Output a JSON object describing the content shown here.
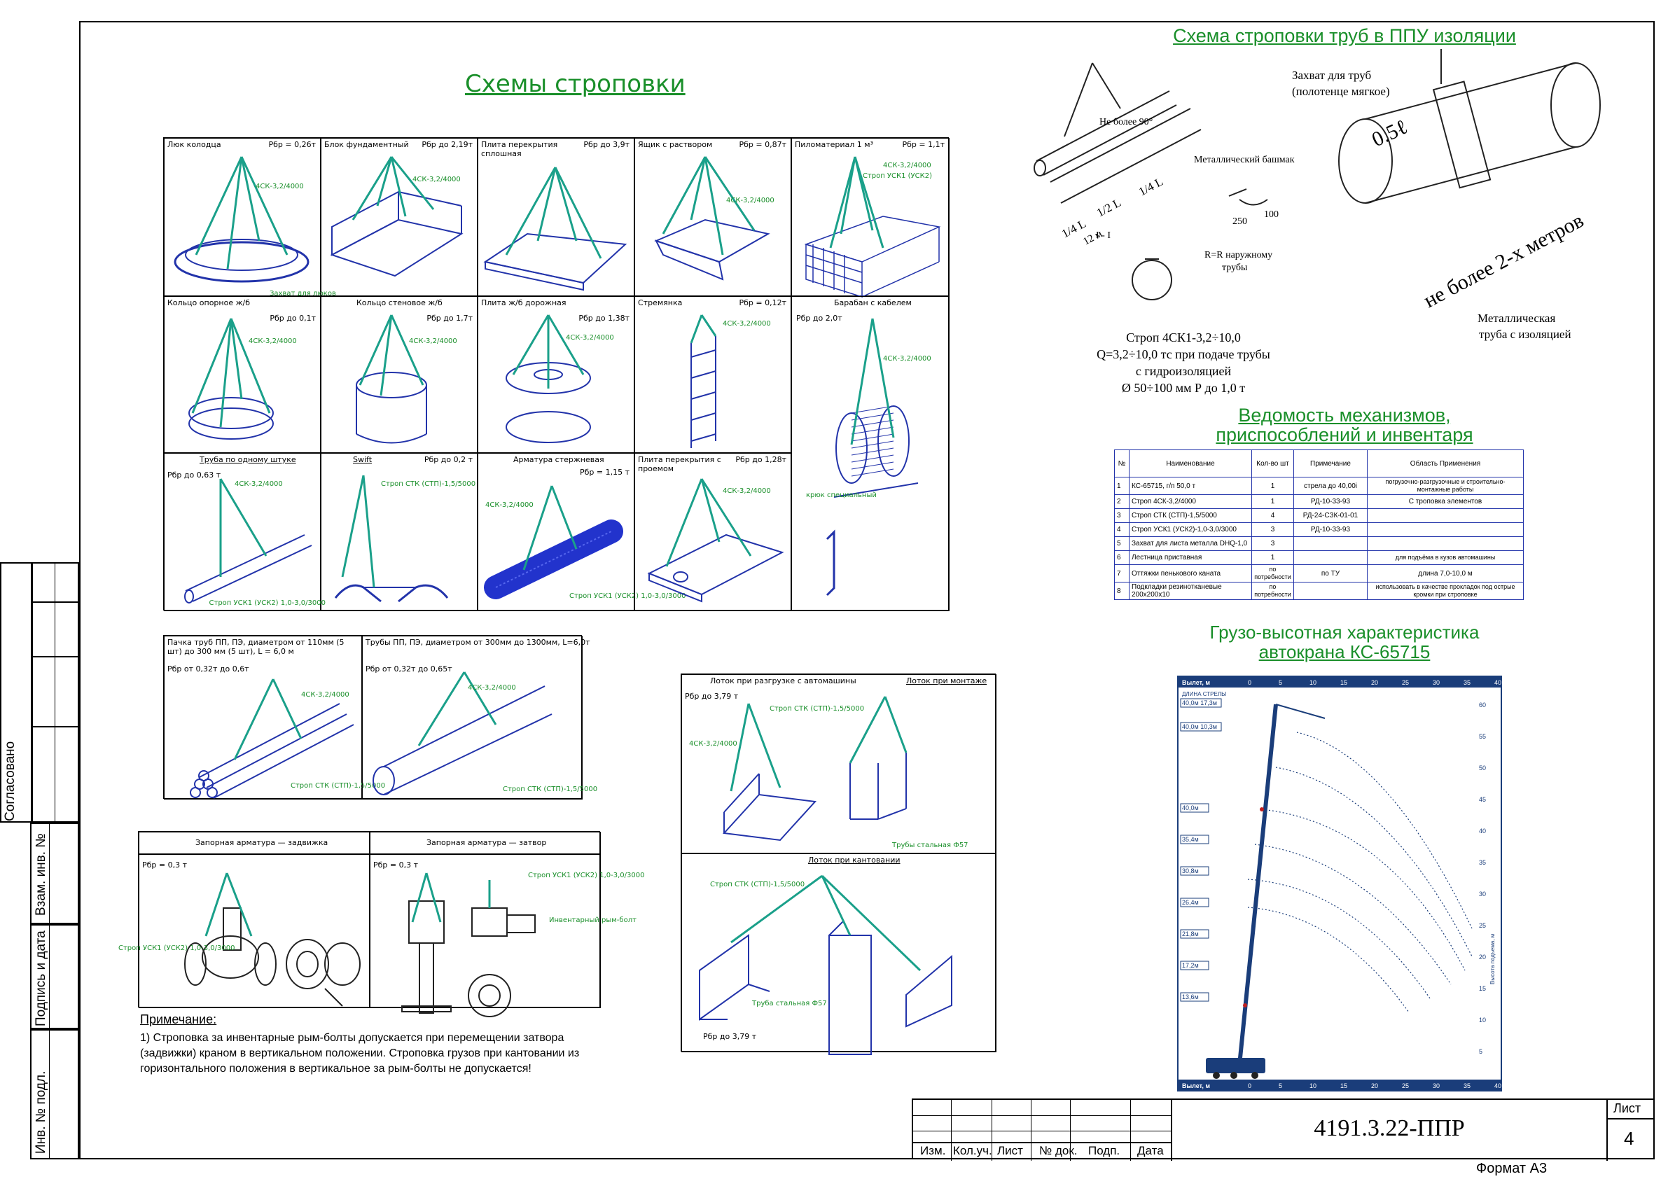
{
  "sheet_title": "Схемы строповки",
  "ppu_title": "Схема строповки труб в ППУ изоляции",
  "ppu": {
    "angle_note": "Не более 90°",
    "shoe_label": "Металлический башмак",
    "grip_label_1": "Захват для труб",
    "grip_label_2": "(полотенце мягкое)",
    "grip_len": "0.5ℓ",
    "span_label": "не более 2-х метров",
    "pipe_label_1": "Металлическая",
    "pipe_label_2": "труба с изоляцией",
    "dims": [
      "1/4 L",
      "1/2 L",
      "1/4 L",
      "12 м"
    ],
    "section": "I - I",
    "r_label": "R=R наружному",
    "r_label2": "трубы",
    "dim_250": "250",
    "dim_100": "100",
    "spec_lines": [
      "Строп 4СК1-3,2÷10,0",
      "Q=3,2÷10,0 тс при подаче трубы",
      "с гидроизоляцией",
      "Ø 50÷100 мм  Р до 1,0 т"
    ]
  },
  "mech_title_1": "Ведомость механизмов,",
  "mech_title_2": "приспособлений и инвентаря",
  "mech_table": {
    "headers": [
      "№",
      "Наименование",
      "Кол-во шт",
      "Примечание",
      "Область Применения"
    ],
    "rows": [
      [
        "1",
        "КС-65715, г/п 50,0 т",
        "1",
        "стрела до 40,00i",
        "погрузочно-разгрузочные и строительно-монтажные работы"
      ],
      [
        "2",
        "Строп 4СК-3,2/4000",
        "1",
        "РД-10-33-93",
        "С троповка элементов"
      ],
      [
        "3",
        "Строп СТК (СТП)-1,5/5000",
        "4",
        "РД-24-СЗК-01-01",
        ""
      ],
      [
        "4",
        "Строп УСК1 (УСК2)-1,0-3,0/3000",
        "3",
        "РД-10-33-93",
        ""
      ],
      [
        "5",
        "Захват для листа металла DHQ-1,0",
        "3",
        "",
        ""
      ],
      [
        "6",
        "Лестница приставная",
        "1",
        "",
        "для подъёма в кузов автомашины"
      ],
      [
        "7",
        "Оттяжки пенькового каната",
        "по потребности",
        "по ТУ",
        "длина 7,0-10,0 м"
      ],
      [
        "8",
        "Подкладки резинотканевые 200х200х10",
        "по потребности",
        "",
        "использовать в качестве прокладок под острые кромки при строповке"
      ]
    ]
  },
  "crane_title_1": "Грузо-высотная характеристика",
  "crane_title_2": "автокрана КС-65715",
  "crane_chart": {
    "top_label": "Вылет, м",
    "bottom_label": "Вылет, м",
    "boom_label": "ДЛИНА СТРЕЛЫ",
    "right_label": "Высота подъема, м",
    "x_ticks": [
      "0",
      "5",
      "10",
      "15",
      "20",
      "25",
      "30",
      "35",
      "40"
    ],
    "y_ticks": [
      "60",
      "55",
      "50",
      "45",
      "40",
      "35",
      "30",
      "25",
      "20",
      "15",
      "10",
      "5"
    ],
    "boom_lengths": [
      "40,0м",
      "35,4м",
      "30,8м",
      "26,4м",
      "21,8м",
      "17,2м",
      "13,6м"
    ],
    "jib_lengths": [
      "40,0м 17,3м",
      "40,0м 10,3м"
    ]
  },
  "grid1": {
    "cells": [
      {
        "caption": "Люк колодца",
        "weight": "Pбр = 0,26т",
        "sling": "4СК-3,2/4000",
        "note": "Захват для люков"
      },
      {
        "caption": "Блок фундаментный",
        "weight": "Pбр до 2,19т",
        "sling": "4СК-3,2/4000",
        "note": ""
      },
      {
        "caption": "Плита перекрытия сплошная",
        "weight": "Pбр до 3,9т",
        "sling": "",
        "note": ""
      },
      {
        "caption": "Ящик с раствором",
        "weight": "Pбр = 0,87т",
        "sling": "4СК-3,2/4000",
        "note": ""
      },
      {
        "caption": "Пиломатериал 1 м³",
        "weight": "Pбр = 1,1т",
        "sling": "4СК-3,2/4000",
        "note": "Строп УСК1 (УСК2)"
      },
      {
        "caption": "Кольцо опорное ж/б",
        "weight": "Pбр до 0,1т",
        "sling": "4СК-3,2/4000",
        "note": ""
      },
      {
        "caption": "Кольцо стеновое ж/б",
        "weight": "Pбр до 1,7т",
        "sling": "4СК-3,2/4000",
        "note": ""
      },
      {
        "caption": "Плита ж/б дорожная",
        "weight": "Pбр до 1,38т",
        "sling": "4СК-3,2/4000",
        "note": ""
      },
      {
        "caption": "Стремянка",
        "weight": "Pбр = 0,12т",
        "sling": "4СК-3,2/4000",
        "note": ""
      },
      {
        "caption": "Барабан с кабелем",
        "weight": "Pбр до 2,0т",
        "sling": "4СК-3,2/4000",
        "note": "крюк специальный"
      },
      {
        "caption": "Труба по одному штуке",
        "weight": "Pбр до 0,63 т",
        "sling": "4СК-3,2/4000",
        "note": "Строп УСК1 (УСК2) 1,0-3,0/3000"
      },
      {
        "caption": "Swift",
        "weight": "Pбр до 0,2 т",
        "sling": "Строп СТК (СТП)-1,5/5000",
        "note": ""
      },
      {
        "caption": "Арматура стержневая",
        "weight": "Pбр = 1,15 т",
        "sling": "4СК-3,2/4000",
        "note": "Строп УСК1 (УСК2) 1,0-3,0/3000"
      },
      {
        "caption": "Плита перекрытия с проемом",
        "weight": "Pбр до 1,28т",
        "sling": "4СК-3,2/4000",
        "note": ""
      }
    ]
  },
  "grid2": {
    "left_caption": "Пачка труб ПП, ПЭ, диаметром от 110мм (5 шт) до 300 мм (5 шт), L = 6,0 м",
    "left_weight": "Pбр от 0,32т до 0,6т",
    "left_sling": "4СК-3,2/4000",
    "left_note": "Строп СТК (СТП)-1,5/5000",
    "right_caption": "Трубы ПП, ПЭ, диаметром от 300мм до 1300мм, L=6,0т",
    "right_weight": "Pбр от 0,32т до 0,65т",
    "right_sling": "4СК-3,2/4000",
    "right_note": "Строп СТК (СТП)-1,5/5000"
  },
  "grid3": {
    "left_caption": "Запорная арматура — задвижка",
    "left_weight": "Pбр = 0,3 т",
    "left_sling": "Строп УСК1 (УСК2) 1,0-3,0/3000",
    "right_caption": "Запорная арматура — затвор",
    "right_weight": "Pбр = 0,3 т",
    "right_sling": "Строп УСК1 (УСК2) 1,0-3,0/3000",
    "right_note": "Инвентарный рым-болт"
  },
  "notes_title": "Примечание:",
  "notes_text": "1) Строповка за инвентарные рым-болты допускается при перемещении затвора (задвижки) краном в вертикальном положении. Строповка грузов при кантовании из горизонтального положения в вертикальное за рым-болты не допускается!",
  "grid4": {
    "top_left_caption": "Лоток при разгрузке с автомашины",
    "top_right_caption": "Лоток при монтаже",
    "top_weight": "Pбр до 3,79 т",
    "top_sling": "4СК-3,2/4000",
    "top_note": "Строп СТК (СТП)-1,5/5000",
    "top_pipe": "Трубы стальная Ф57",
    "bottom_caption": "Лоток при кантовании",
    "bottom_sling": "Строп СТК (СТП)-1,5/5000",
    "bottom_pipe": "Труба стальная Ф57",
    "bottom_weight": "Pбр до 3,79 т"
  },
  "left_stamp": {
    "agreed": "Согласовано",
    "vzam": "Взам. инв. №",
    "signature": "Подпись и дата",
    "inv": "Инв. № подл."
  },
  "title_block": {
    "headers": [
      "Изм.",
      "Кол.уч.",
      "Лист",
      "№ док.",
      "Подп.",
      "Дата"
    ],
    "doc_code": "4191.3.22-ППР",
    "sheet_label": "Лист",
    "sheet_no": "4",
    "format": "Формат А3"
  }
}
